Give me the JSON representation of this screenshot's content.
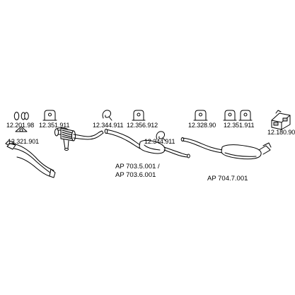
{
  "parts": {
    "p1": "12.201.98",
    "p2": "12.351.911",
    "p3": "12.321.901",
    "p4": "12.344.911",
    "p5": "12.356.912",
    "p6": "12.344.911",
    "p7": "12.328.90",
    "p8": "12.351.911",
    "p9": "12.180.90"
  },
  "assemblies": {
    "a1": "AP 703.5.001 /",
    "a2": "AP 703.6.001",
    "a3": "AP 704.7.001"
  },
  "colors": {
    "stroke": "#000000",
    "fill": "#ffffff",
    "shade": "#cfcfcf"
  }
}
